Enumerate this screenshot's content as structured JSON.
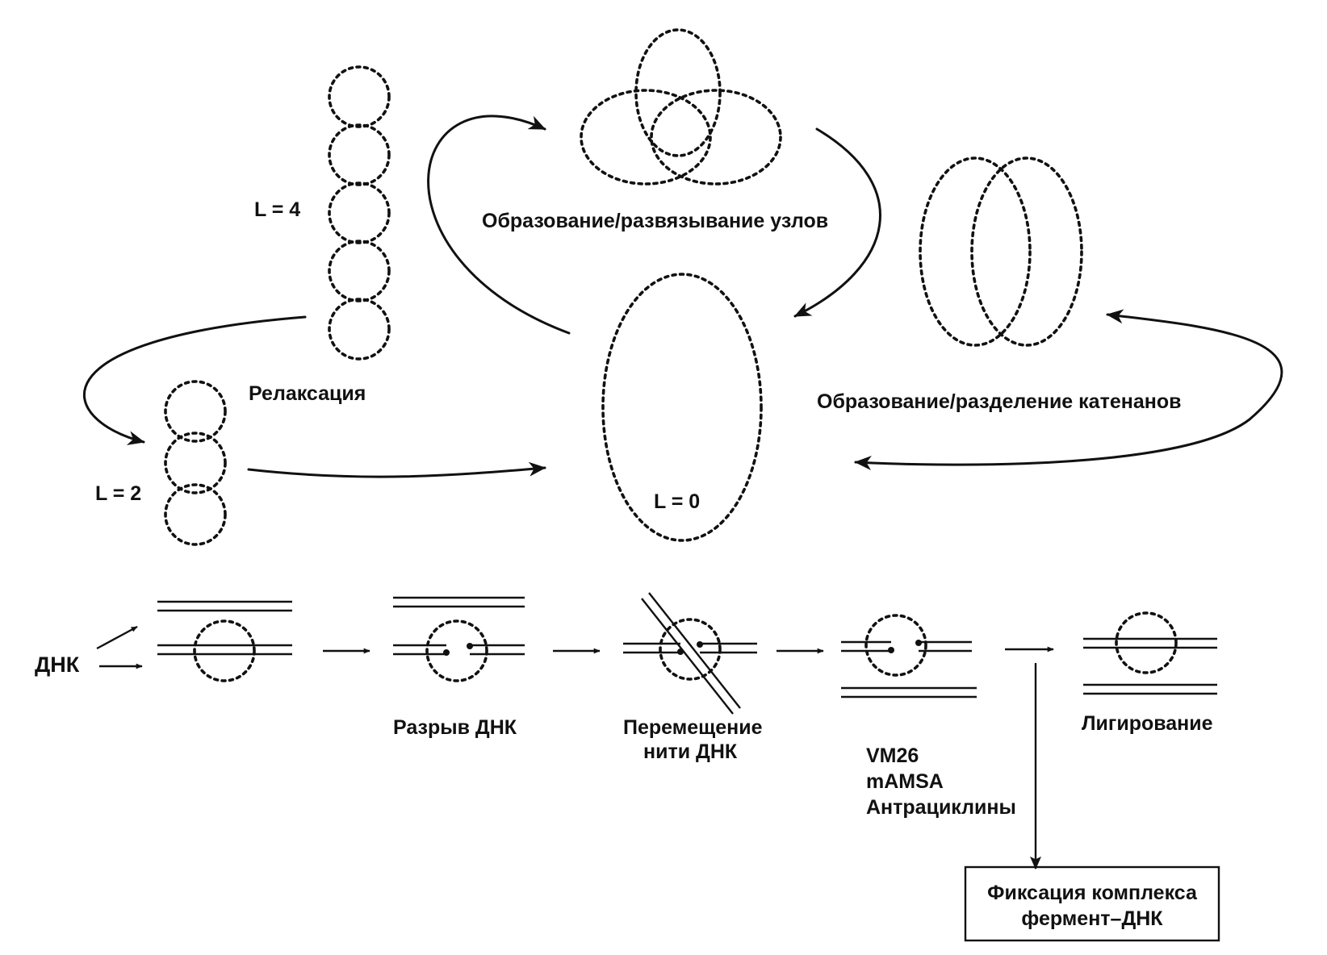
{
  "colors": {
    "ink": "#111111",
    "background": "#ffffff"
  },
  "labels": {
    "knotting": "Образование/развязывание узлов",
    "relaxation": "Релаксация",
    "catenation": "Образование/разделение катенанов",
    "l4": "L = 4",
    "l2": "L = 2",
    "l0": "L = 0",
    "dna": "ДНК",
    "dna_break": "Разрыв ДНК",
    "strand_transfer_line1": "Перемещение",
    "strand_transfer_line2": "нити ДНК",
    "ligation": "Лигирование",
    "drug_vm26": "VM26",
    "drug_mamsa": "mAMSA",
    "drug_anthracyclines": "Антрациклины",
    "complex_line1": "Фиксация комплекса",
    "complex_line2": "фермент–ДНК"
  }
}
